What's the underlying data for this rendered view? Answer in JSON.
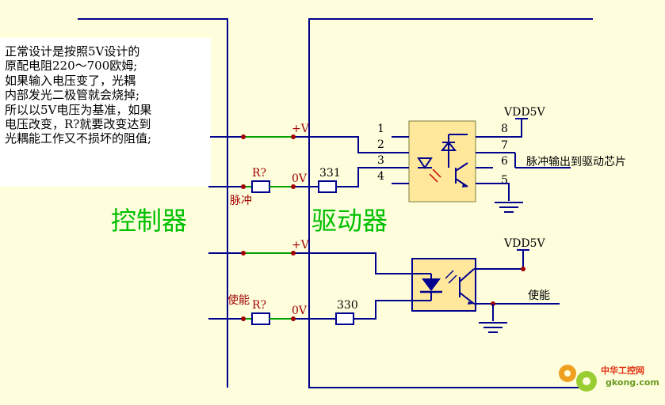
{
  "note": {
    "lines": [
      "正常设计是按照5V设计的",
      "原配电阻220～700欧姆;",
      "如果输入电压变了，光耦",
      "内部发光二极管就会烧掉;",
      "所以以5V电压为基准，如果",
      "电压改变，R?就要改变达到",
      "光耦能工作又不损坏的阻值;"
    ]
  },
  "labels": {
    "controller": "控制器",
    "driver": "驱动器",
    "plus_v_top": "+V",
    "zero_v_top": "0V",
    "plus_v_bottom": "+V",
    "zero_v_bottom": "0V",
    "pulse": "脉冲",
    "enable_left": "使能",
    "enable_right": "使能",
    "r_top": "R?",
    "r_bottom": "R?",
    "res_331": "331",
    "res_330": "330",
    "vdd_top": "VDD5V",
    "vdd_bottom": "VDD5V",
    "pulse_out": "脉冲输出到驱动芯片"
  },
  "pins": [
    "1",
    "2",
    "3",
    "4",
    "5",
    "6",
    "7",
    "8"
  ],
  "watermark": {
    "cn": "中华工控网",
    "url": "gkong.com"
  },
  "colors": {
    "wire": "#00008e",
    "segment": "#00a000",
    "resistor_label": "#a00000",
    "opto_fill": "#ffe89c",
    "background": "#fefedd"
  }
}
